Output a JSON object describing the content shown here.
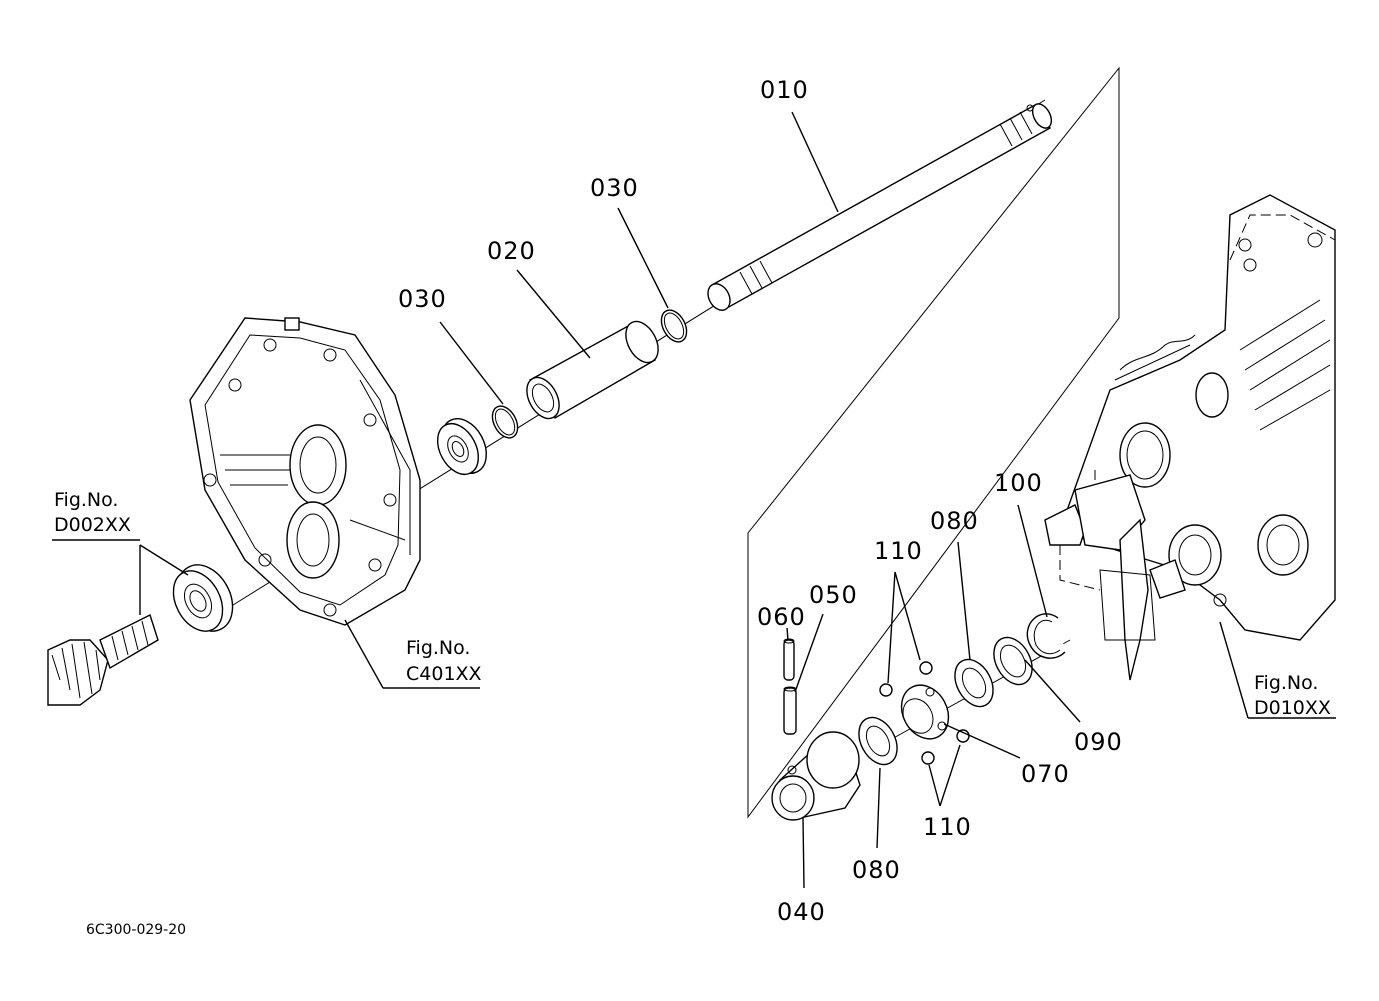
{
  "callouts": {
    "p010": "010",
    "p020": "020",
    "p030_upper": "030",
    "p030_lower": "030",
    "p040": "040",
    "p050": "050",
    "p060": "060",
    "p070": "070",
    "p080_upper": "080",
    "p080_lower": "080",
    "p090": "090",
    "p100": "100",
    "p110_upper": "110",
    "p110_lower": "110"
  },
  "figure_refs": {
    "d002": {
      "line1": "Fig.No.",
      "line2": "D002XX"
    },
    "c401": {
      "line1": "Fig.No.",
      "line2": "C401XX"
    },
    "d010": {
      "line1": "Fig.No.",
      "line2": "D010XX"
    }
  },
  "document_number": "6C300-029-20"
}
